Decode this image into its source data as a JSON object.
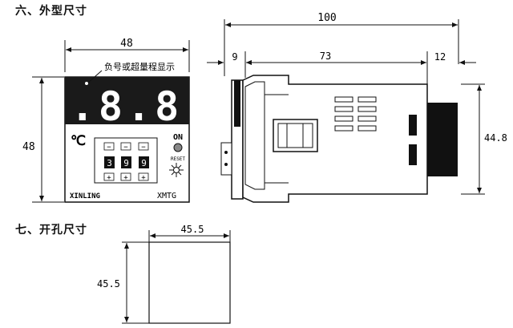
{
  "sections": {
    "dimensions_title": "六、外型尺寸",
    "cutout_title": "七、开孔尺寸"
  },
  "front_view": {
    "width_label": "48",
    "height_label": "48",
    "negative_note": "负号或超量程显示",
    "display_digits": "8.8.8.",
    "unit_symbol": "℃",
    "on_label": "ON",
    "reset_label": "RESET",
    "switch_digits": [
      "3",
      "9",
      "9"
    ],
    "switch_minus": "−",
    "switch_plus": "+",
    "brand": "XINLING",
    "model": "XMTG"
  },
  "side_view": {
    "total_length_label": "100",
    "flange_label": "9",
    "body_label": "73",
    "rear_label": "12",
    "height_label": "44.8"
  },
  "cutout": {
    "width_label": "45.5",
    "height_label": "45.5"
  },
  "colors": {
    "line": "#111111",
    "display_bg": "#1a1a1a",
    "segment": "#ffffff",
    "panel_bg": "#ffffff"
  }
}
